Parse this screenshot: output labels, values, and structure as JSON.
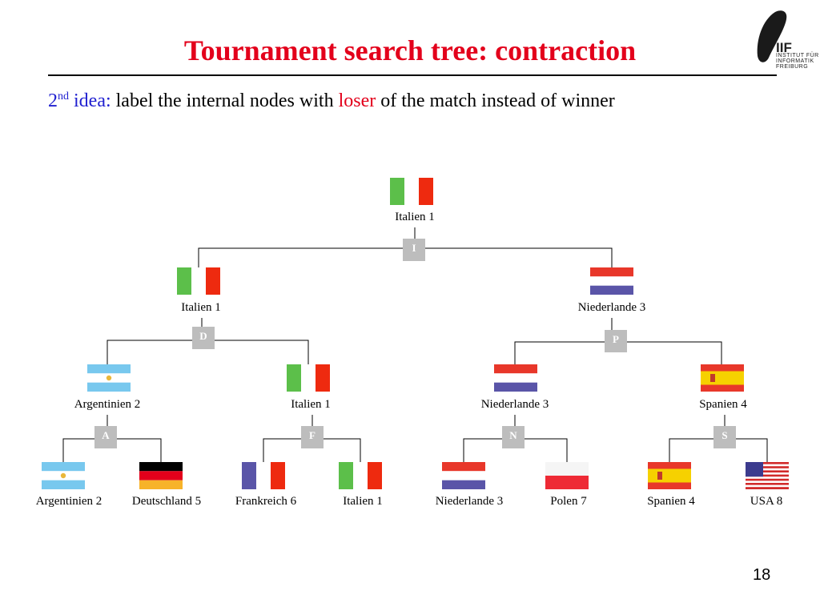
{
  "title": "Tournament search tree: contraction",
  "idea": {
    "number": "2",
    "superscript": "nd",
    "keyword": "idea:",
    "text_before": " label the internal nodes with ",
    "loser": "loser",
    "text_after": " of the match instead of winner"
  },
  "logo": {
    "abbr": "IIF",
    "lines": [
      "INSTITUT FÜR",
      "INFORMATIK",
      "FREIBURG"
    ]
  },
  "tree": {
    "root": {
      "label": "Italien 1",
      "letter": "I"
    },
    "level1": [
      {
        "label": "Italien 1",
        "letter": "D"
      },
      {
        "label": "Niederlande 3",
        "letter": "P"
      }
    ],
    "level2": [
      {
        "label": "Argentinien 2",
        "letter": "A"
      },
      {
        "label": "Italien 1",
        "letter": "F"
      },
      {
        "label": "Niederlande 3",
        "letter": "N"
      },
      {
        "label": "Spanien 4",
        "letter": "S"
      }
    ],
    "leaves": [
      {
        "label": "Argentinien 2"
      },
      {
        "label": "Deutschland 5"
      },
      {
        "label": "Frankreich 6"
      },
      {
        "label": "Italien 1"
      },
      {
        "label": "Niederlande 3"
      },
      {
        "label": "Polen 7"
      },
      {
        "label": "Spanien 4"
      },
      {
        "label": "USA 8"
      }
    ]
  },
  "page_number": "18"
}
